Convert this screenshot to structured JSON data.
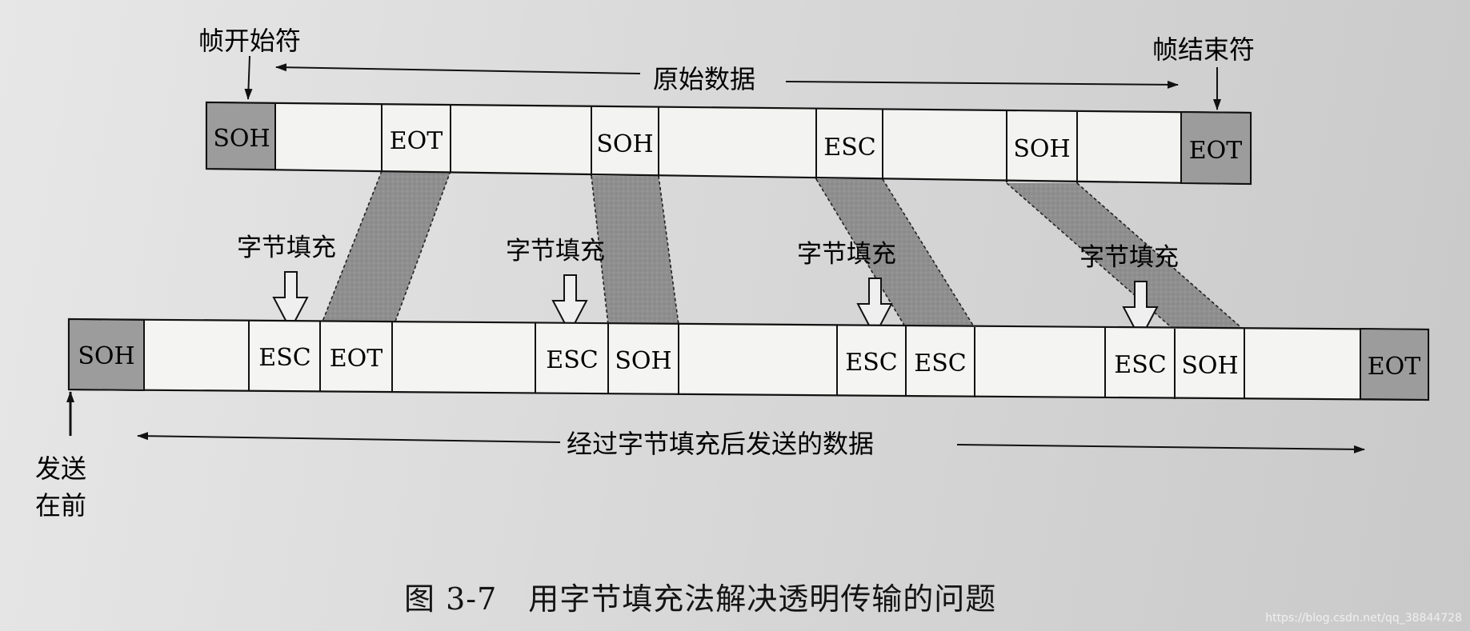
{
  "labels": {
    "frame_start": "帧开始符",
    "frame_end": "帧结束符",
    "original_data": "原始数据",
    "sent_data": "经过字节填充后发送的数据",
    "send_first_line1": "发送",
    "send_first_line2": "在前",
    "byte_stuffing": "字节填充"
  },
  "top_row": [
    "SOH",
    "",
    "EOT",
    "",
    "SOH",
    "",
    "ESC",
    "",
    "SOH",
    "",
    "EOT"
  ],
  "bottom_row": [
    "SOH",
    "",
    "ESC",
    "EOT",
    "",
    "ESC",
    "SOH",
    "",
    "ESC",
    "ESC",
    "",
    "ESC",
    "SOH",
    "",
    "EOT"
  ],
  "caption": "图 3-7　用字节填充法解决透明传输的问题",
  "watermark": "https://blog.csdn.net/qq_38844728",
  "colors": {
    "shaded_cell": "#9c9c9c",
    "band": "#8f8f8f",
    "line": "#111111"
  }
}
